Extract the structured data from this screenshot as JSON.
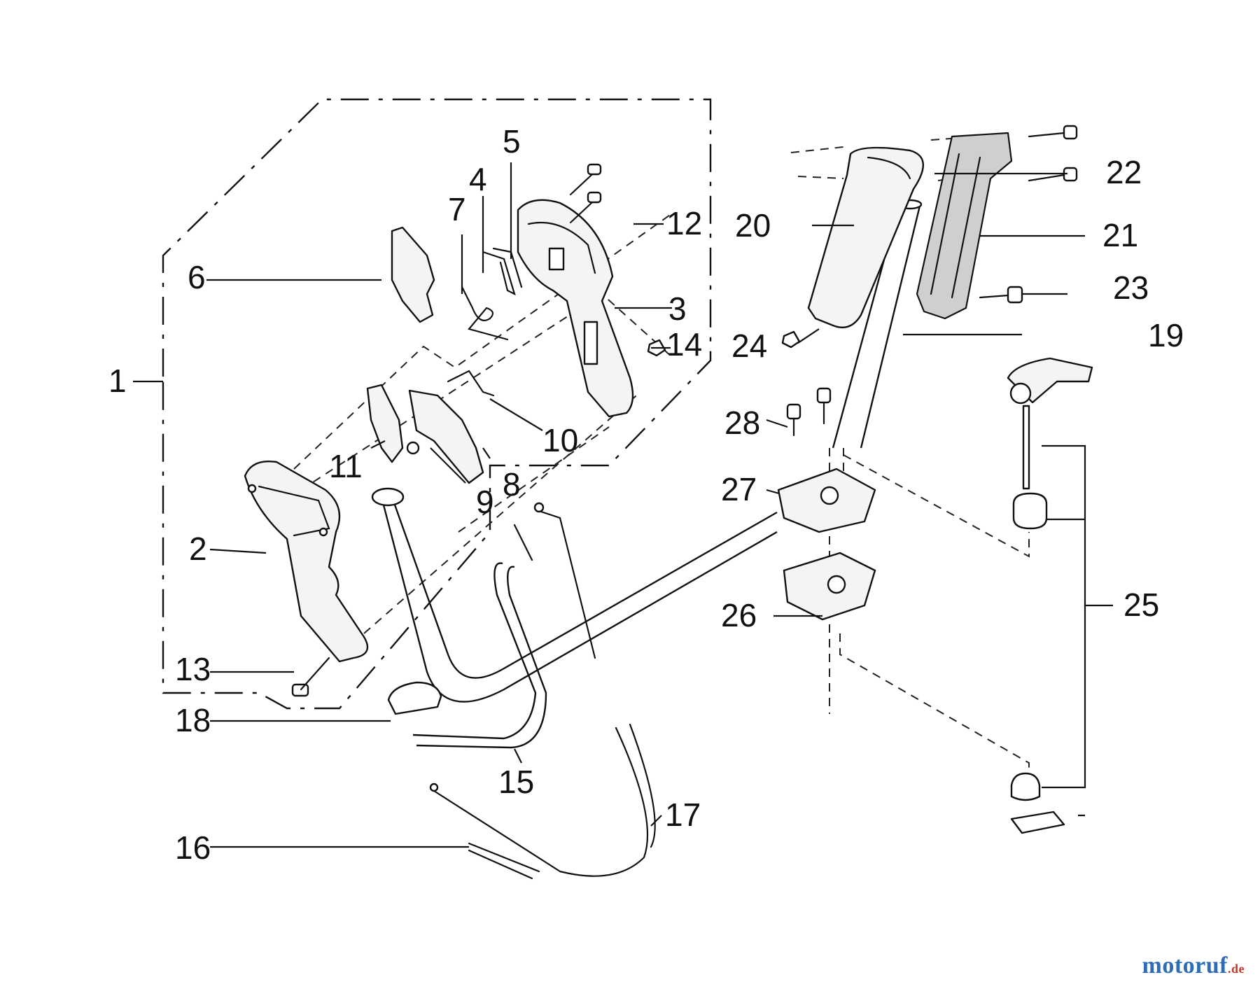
{
  "diagram": {
    "callouts": [
      {
        "id": "1",
        "label": "1"
      },
      {
        "id": "2",
        "label": "2"
      },
      {
        "id": "3",
        "label": "3"
      },
      {
        "id": "4",
        "label": "4"
      },
      {
        "id": "5",
        "label": "5"
      },
      {
        "id": "6",
        "label": "6"
      },
      {
        "id": "7",
        "label": "7"
      },
      {
        "id": "8",
        "label": "8"
      },
      {
        "id": "9",
        "label": "9"
      },
      {
        "id": "10",
        "label": "10"
      },
      {
        "id": "11",
        "label": "11"
      },
      {
        "id": "12",
        "label": "12"
      },
      {
        "id": "13",
        "label": "13"
      },
      {
        "id": "14",
        "label": "14"
      },
      {
        "id": "15",
        "label": "15"
      },
      {
        "id": "16",
        "label": "16"
      },
      {
        "id": "17",
        "label": "17"
      },
      {
        "id": "18",
        "label": "18"
      },
      {
        "id": "19",
        "label": "19"
      },
      {
        "id": "20",
        "label": "20"
      },
      {
        "id": "21",
        "label": "21"
      },
      {
        "id": "22",
        "label": "22"
      },
      {
        "id": "23",
        "label": "23"
      },
      {
        "id": "24",
        "label": "24"
      },
      {
        "id": "25",
        "label": "25"
      },
      {
        "id": "26",
        "label": "26"
      },
      {
        "id": "27",
        "label": "27"
      },
      {
        "id": "28",
        "label": "28"
      }
    ]
  },
  "watermark": {
    "brand": "motoruf",
    "tld": ".de"
  }
}
